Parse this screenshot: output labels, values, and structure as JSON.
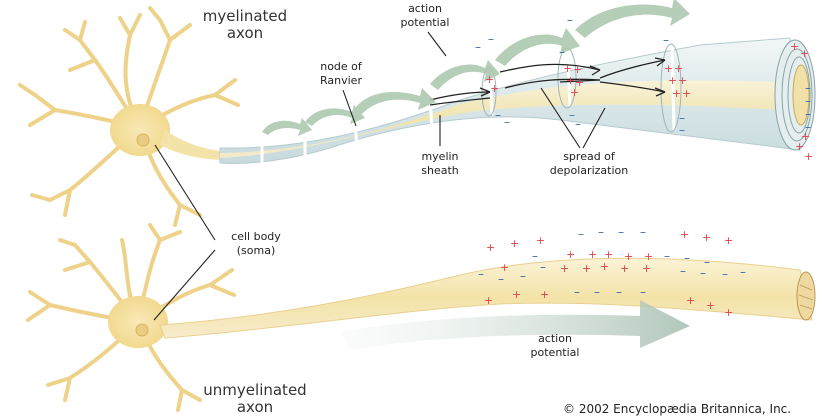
{
  "labels": {
    "myelinated_axon": "myelinated\naxon",
    "action_potential_top": "action\npotential",
    "node_of_ranvier": "node of\nRanvier",
    "myelin_sheath": "myelin\nsheath",
    "spread_of_depolarization": "spread of\ndepolarization",
    "cell_body": "cell body\n(soma)",
    "action_potential_bottom": "action\npotential",
    "unmyelinated_axon": "unmyelinated\naxon",
    "copyright": "© 2002 Encyclopædia Britannica, Inc."
  },
  "symbols": {
    "plus": "+",
    "minus": "–"
  },
  "colors": {
    "neuron": "#f4e2a4",
    "neuron_edge": "#e8c970",
    "myelin": "#dde9ea",
    "arrow_top": "#9fbea0",
    "arrow_bottom": "#b6c9be",
    "plus": "#d8424e",
    "minus": "#3a6aa8"
  }
}
